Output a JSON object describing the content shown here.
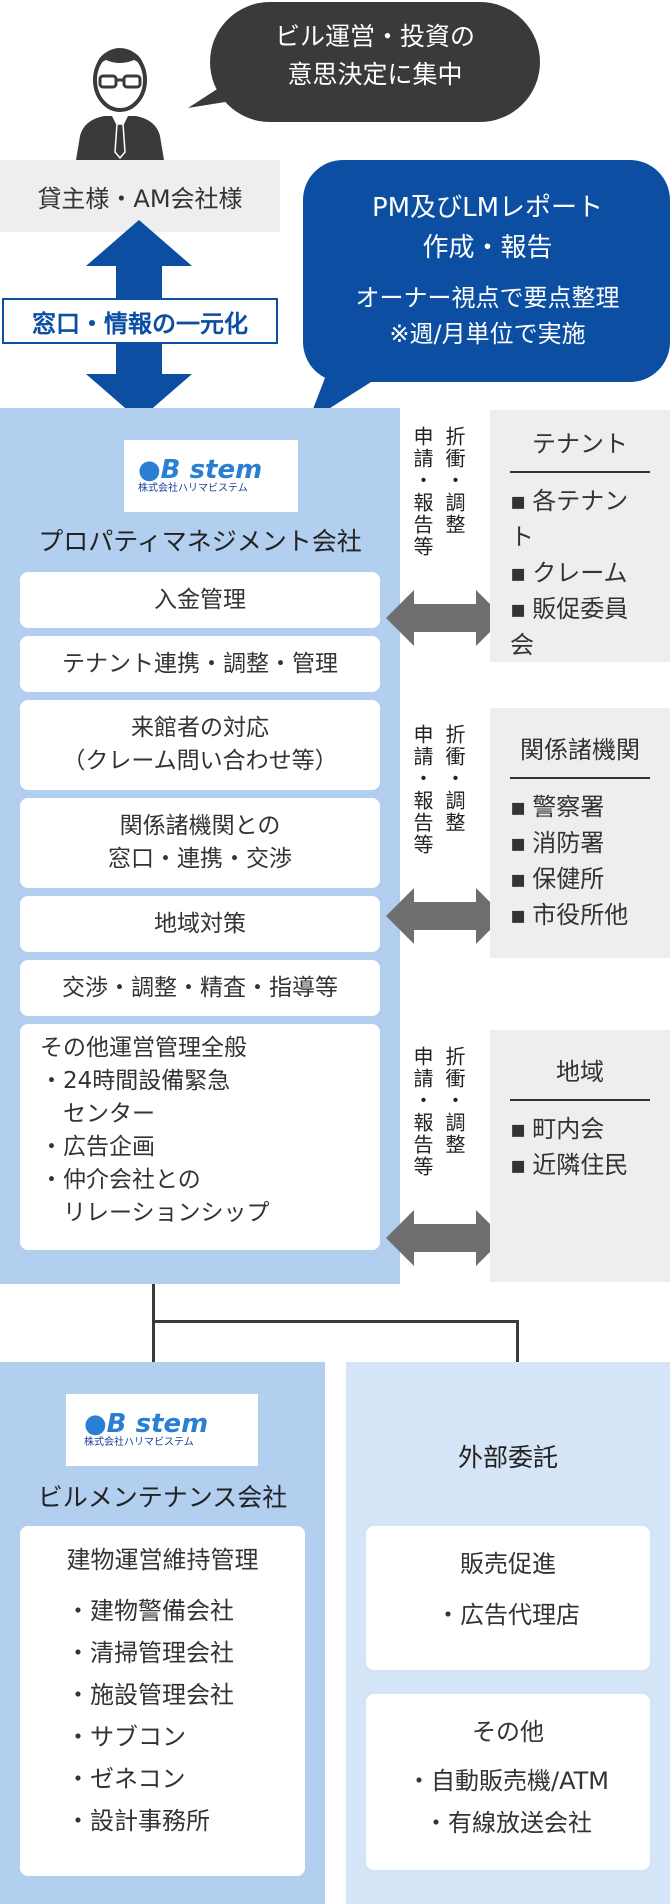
{
  "speech_bubble_top": [
    "ビル運営・投資の",
    "意思決定に集中"
  ],
  "owner_label": "貸主様・AM会社様",
  "window_label": "窓口・情報の一元化",
  "pm_bubble": {
    "title_lines": [
      "PM及びLMレポート",
      "作成・報告"
    ],
    "sub_lines": [
      "オーナー視点で要点整理",
      "※週/月単位で実施"
    ]
  },
  "pm_company": {
    "logo_text": "stem",
    "logo_sub": "株式会社ハリマビステム",
    "title": "プロパティマネジメント会社",
    "tasks": [
      "入金管理",
      "テナント連携・調整・管理",
      "来館者の対応\n（クレーム問い合わせ等）",
      "関係諸機関との\n窓口・連携・交渉",
      "地域対策",
      "交渉・調整・精査・指導等"
    ],
    "other_title": "その他運営管理全般",
    "other_items": [
      "24時間設備緊急\nセンター",
      "広告企画",
      "仲介会社との\nリレーションシップ"
    ]
  },
  "relation_label_left": "申請・報告等",
  "relation_label_right": "折衝・調整",
  "tenant_box": {
    "title": "テナント",
    "items": [
      "各テナント",
      "クレーム",
      "販促委員会"
    ]
  },
  "agency_box": {
    "title": "関係諸機関",
    "items": [
      "警察署",
      "消防署",
      "保健所",
      "市役所他"
    ]
  },
  "region_box": {
    "title": "地域",
    "items": [
      "町内会",
      "近隣住民"
    ]
  },
  "bm_company": {
    "logo_text": "stem",
    "logo_sub": "株式会社ハリマビステム",
    "title": "ビルメンテナンス会社",
    "card_title": "建物運営維持管理",
    "items": [
      "建物警備会社",
      "清掃管理会社",
      "施設管理会社",
      "サブコン",
      "ゼネコン",
      "設計事務所"
    ]
  },
  "outsource": {
    "title": "外部委託",
    "sales_title": "販売促進",
    "sales_items": [
      "広告代理店"
    ],
    "other_title": "その他",
    "other_items": [
      "自動販売機/ATM",
      "有線放送会社"
    ]
  },
  "colors": {
    "navy": "#0b4ea2",
    "light_blue": "#b3cff0",
    "pale_blue": "#d6e4f7",
    "gray": "#eeeeee",
    "dark": "#3a3a3a",
    "arrow_gray": "#6f6f6f"
  }
}
